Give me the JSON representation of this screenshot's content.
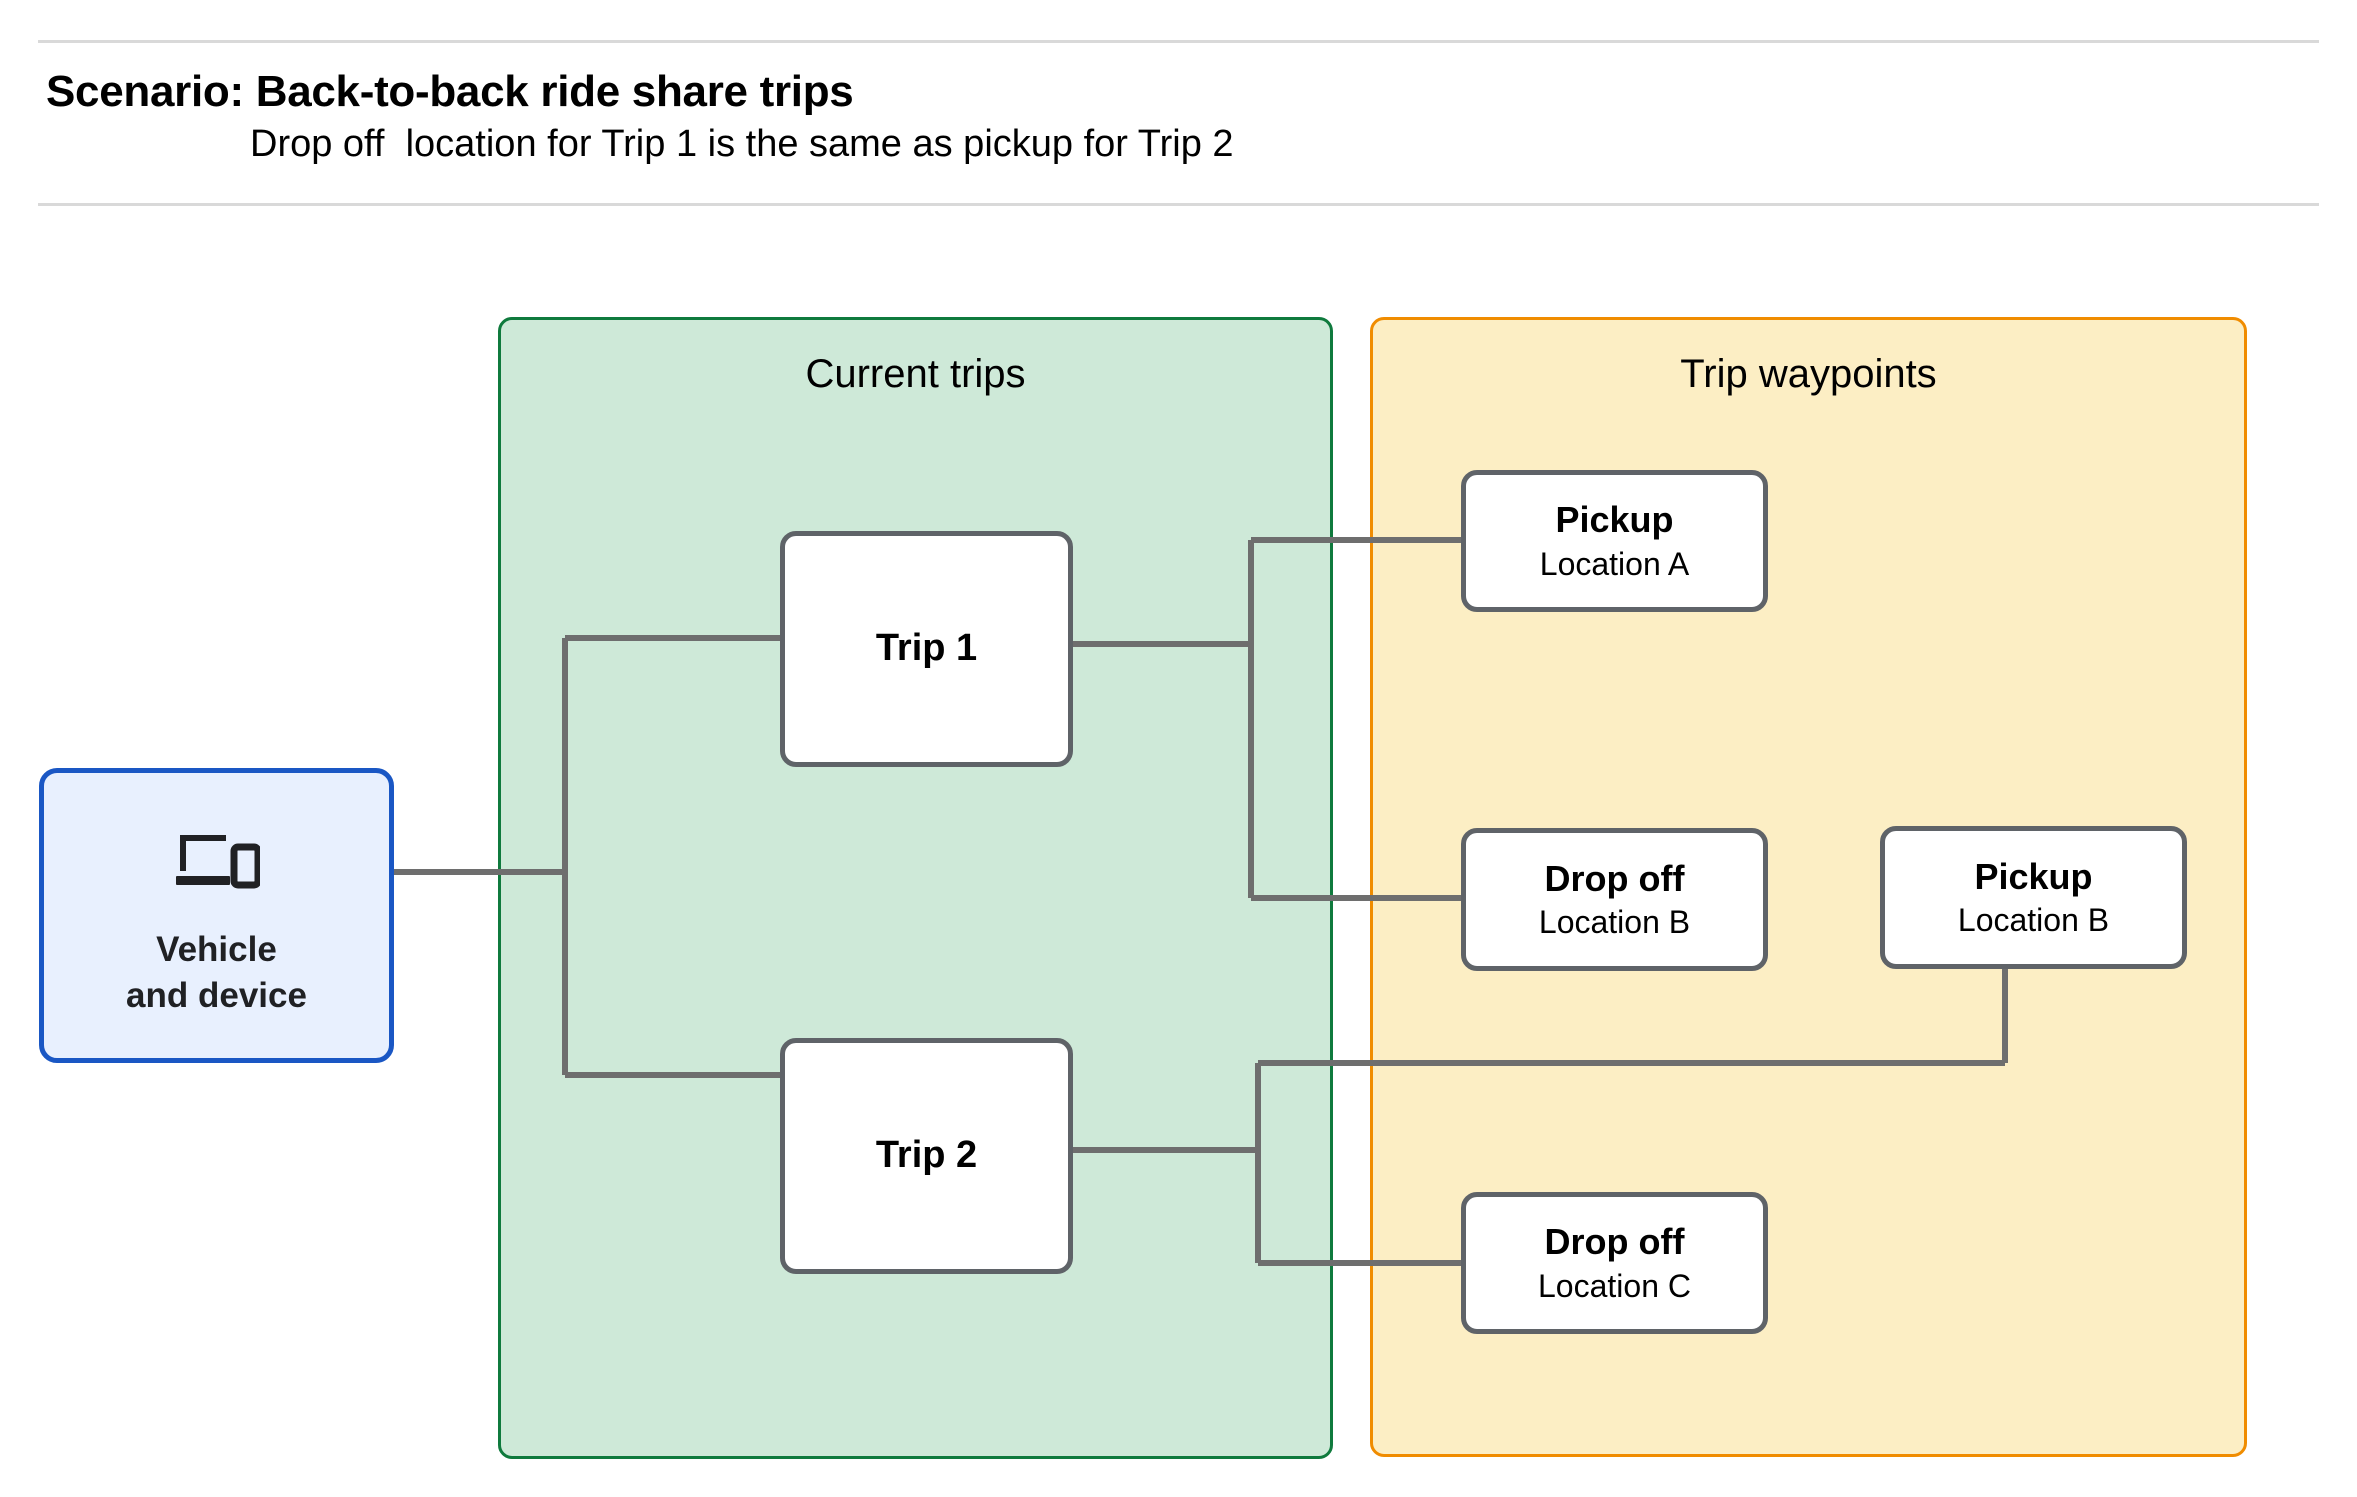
{
  "header": {
    "title": "Scenario: Back-to-back ride share trips",
    "subtitle": "Drop off  location for Trip 1 is the same as pickup for Trip 2"
  },
  "panels": {
    "current_trips": {
      "title": "Current trips",
      "fill_color": "#cee9d8",
      "border_color": "#0f7a3d"
    },
    "trip_waypoints": {
      "title": "Trip waypoints",
      "fill_color": "#fceec4",
      "border_color": "#f08c00"
    }
  },
  "nodes": {
    "vehicle": {
      "label": "Vehicle\nand device",
      "icon": "laptop-and-phone-icon",
      "fill_color": "#e8f0fe",
      "border_color": "#1a57c4"
    },
    "trip_1": {
      "label": "Trip 1"
    },
    "trip_2": {
      "label": "Trip 2"
    },
    "pickup_a": {
      "title": "Pickup",
      "subtitle": "Location A"
    },
    "dropoff_b": {
      "title": "Drop off",
      "subtitle": "Location B"
    },
    "pickup_b": {
      "title": "Pickup",
      "subtitle": "Location B"
    },
    "dropoff_c": {
      "title": "Drop off",
      "subtitle": "Location C"
    }
  },
  "connector_color": "#6e6e6e"
}
